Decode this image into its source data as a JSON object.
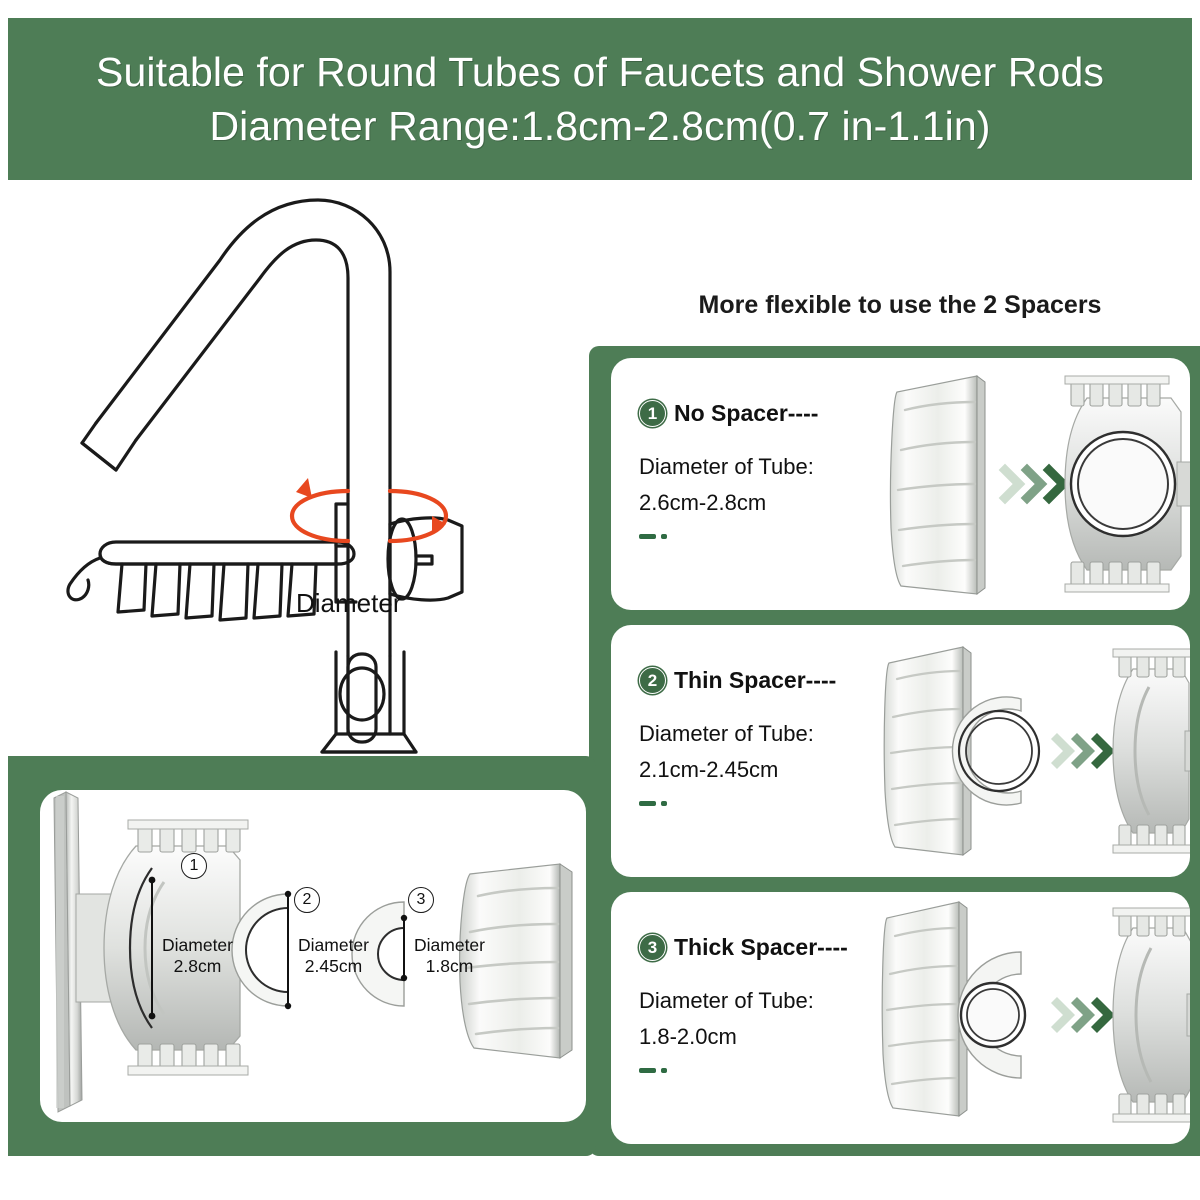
{
  "header": {
    "line1": "Suitable for Round Tubes of Faucets and Shower Rods",
    "line2": "Diameter Range:1.8cm-2.8cm(0.7 in-1.1in)",
    "bg_color": "#4e7d56",
    "text_color": "#ffffff"
  },
  "faucet": {
    "diameter_label": "Diameter",
    "rotation_arrow_color": "#e8481f"
  },
  "right_section": {
    "heading": "More flexible to use the 2 Spacers",
    "panel_color": "#4e7d56",
    "cards": [
      {
        "number": "1",
        "title": "No Spacer----",
        "sub_line1": "Diameter of Tube:",
        "sub_line2": "2.6cm-2.8cm",
        "art": "cap-and-clamp-no-spacer"
      },
      {
        "number": "2",
        "title": "Thin Spacer----",
        "sub_line1": "Diameter of Tube:",
        "sub_line2": "2.1cm-2.45cm",
        "art": "cap-thin-spacer-clamp"
      },
      {
        "number": "3",
        "title": "Thick Spacer----",
        "sub_line1": "Diameter of Tube:",
        "sub_line2": "1.8-2.0cm",
        "art": "cap-thick-spacer-clamp"
      }
    ],
    "arrow_glyph": "chevrons-right",
    "arrow_colors": [
      "#cfded0",
      "#7fa287",
      "#35683f"
    ]
  },
  "bottom_section": {
    "panel_color": "#4e7d56",
    "parts": [
      {
        "number": "1",
        "label_line1": "Diameter",
        "label_line2": "2.8cm"
      },
      {
        "number": "2",
        "label_line1": "Diameter",
        "label_line2": "2.45cm"
      },
      {
        "number": "3",
        "label_line1": "Diameter",
        "label_line2": "1.8cm"
      }
    ]
  }
}
